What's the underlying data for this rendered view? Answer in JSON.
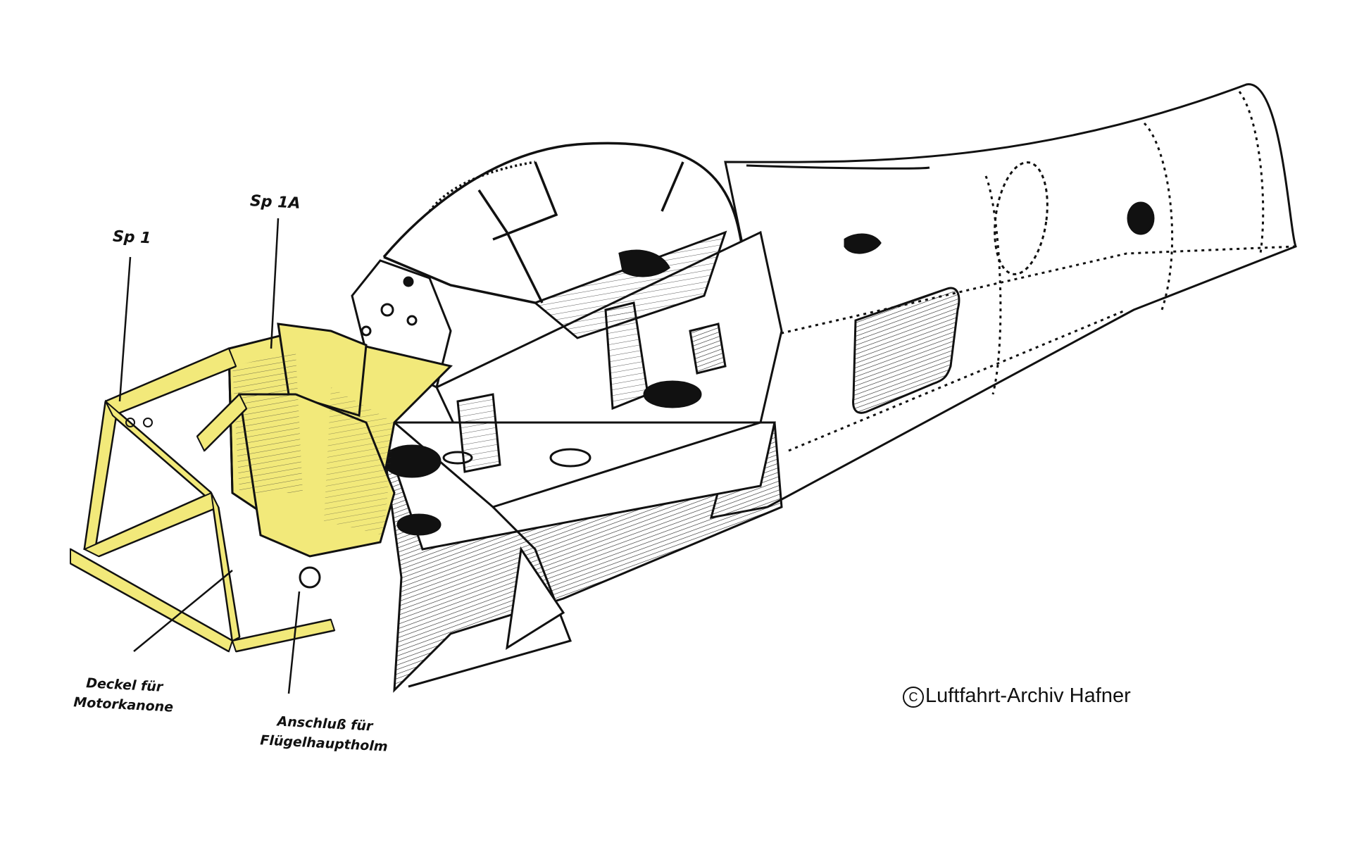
{
  "labels": {
    "sp1": "Sp 1",
    "sp1a": "Sp 1A",
    "deckel": "Deckel für\nMotorkanone",
    "anschluss": "Anschluß für\nFlügelhauptholm"
  },
  "copyright": {
    "symbol": "C",
    "text": "Luftfahrt-Archiv Hafner"
  },
  "colors": {
    "highlight": "#f2e97a",
    "ink": "#111111",
    "paper": "#ffffff"
  }
}
